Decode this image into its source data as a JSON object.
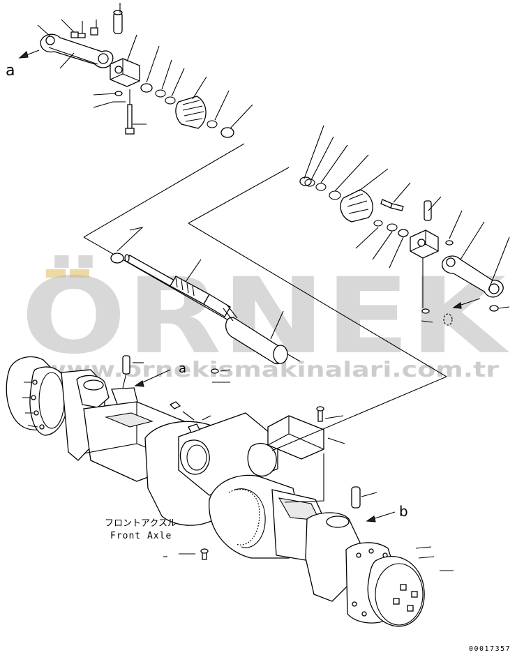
{
  "view_labels": {
    "a": "a",
    "b": "b"
  },
  "caption": {
    "jp": "フロントアクスル",
    "en": "Front Axle"
  },
  "drawing_number": "00017357",
  "watermark": {
    "logo_text": "ÖRNEK",
    "url": "www.ornekismakinalari.com.tr"
  },
  "colors": {
    "line": "#000000",
    "watermark": "#b9b9b9",
    "watermark_accent": "#e8c97a"
  }
}
